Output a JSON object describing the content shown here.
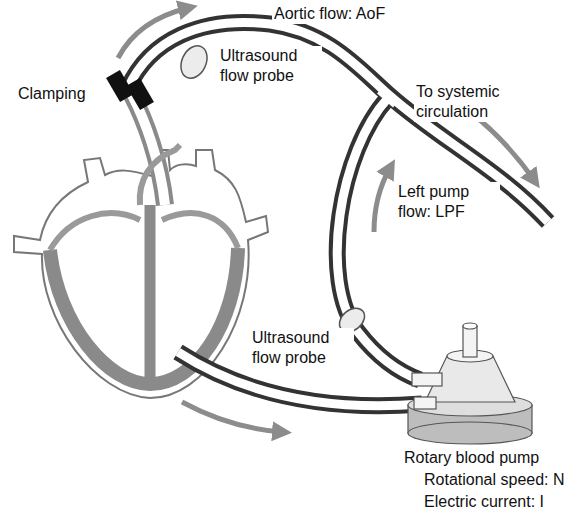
{
  "diagram": {
    "labels": [
      "Aortic flow: AoF",
      "Ultrasound flow probe",
      "Clamping",
      "To systemic circulation",
      "Left pump flow: LPF",
      "Ultrasound flow probe",
      "Rotary blood pump",
      "Rotational speed: N",
      "Electric current: I"
    ]
  }
}
